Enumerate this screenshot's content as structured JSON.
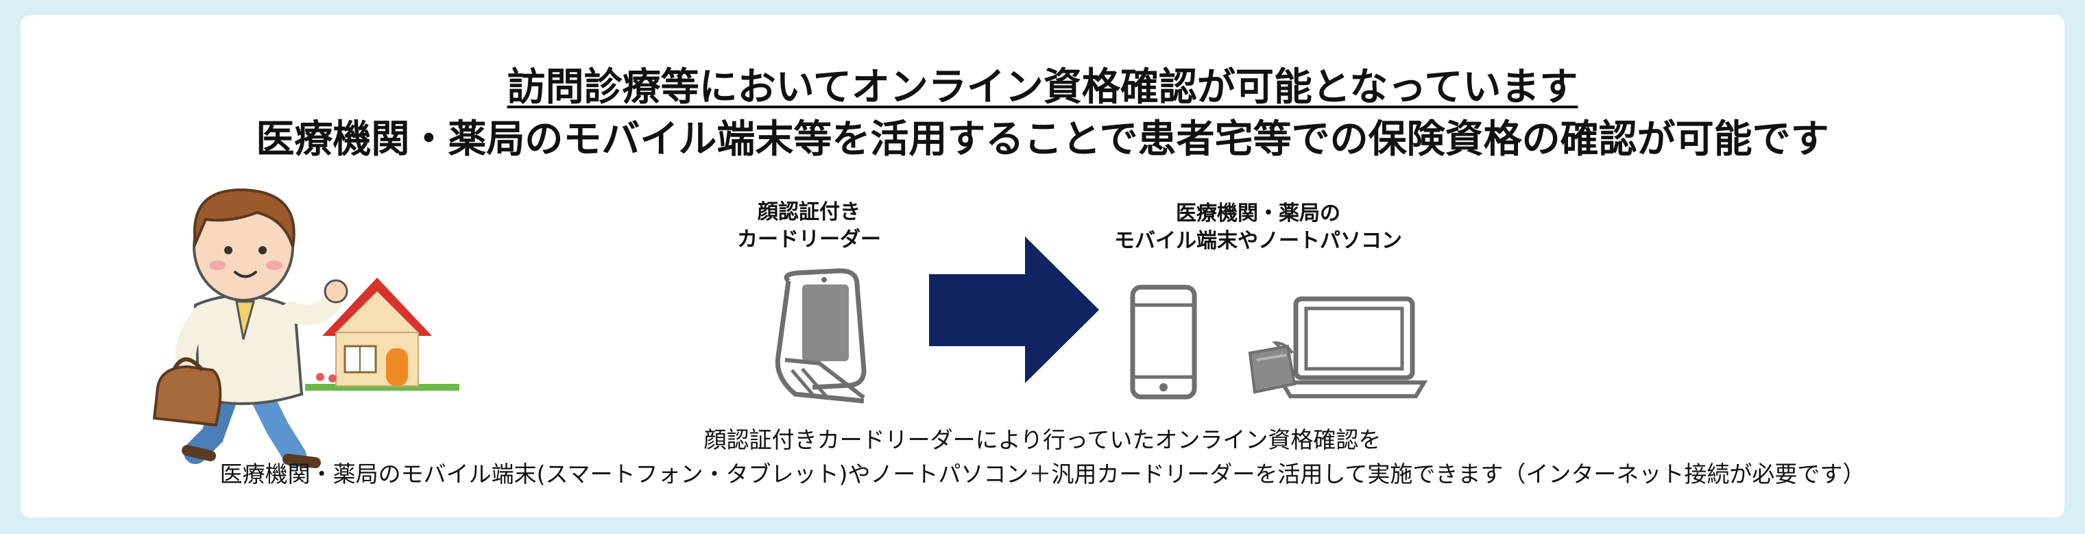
{
  "headline": {
    "line1": "訪問診療等においてオンライン資格確認が可能となっています",
    "line2": "医療機関・薬局のモバイル端末等を活用することで患者宅等での保険資格の確認が可能です"
  },
  "left_device": {
    "label": "顔認証付き\nカードリーダー"
  },
  "right_device": {
    "label": "医療機関・薬局の\nモバイル端末やノートパソコン"
  },
  "footnote": {
    "line1": "顔認証付きカードリーダーにより行っていたオンライン資格確認を",
    "line2": "医療機関・薬局のモバイル端末(スマートフォン・タブレット)やノートパソコン＋汎用カードリーダーを活用して実施できます（インターネット接続が必要です）"
  },
  "colors": {
    "page_background": "#d9eef6",
    "arrow": "#0f2460",
    "device_gray": "#6f6f6f",
    "roof_red": "#d9322b",
    "grass_green": "#6cb94a"
  },
  "icons": [
    "doctor-illustration",
    "house-illustration",
    "card-reader-icon",
    "arrow-right-icon",
    "smartphone-icon",
    "laptop-icon",
    "card-reader-small-icon"
  ]
}
